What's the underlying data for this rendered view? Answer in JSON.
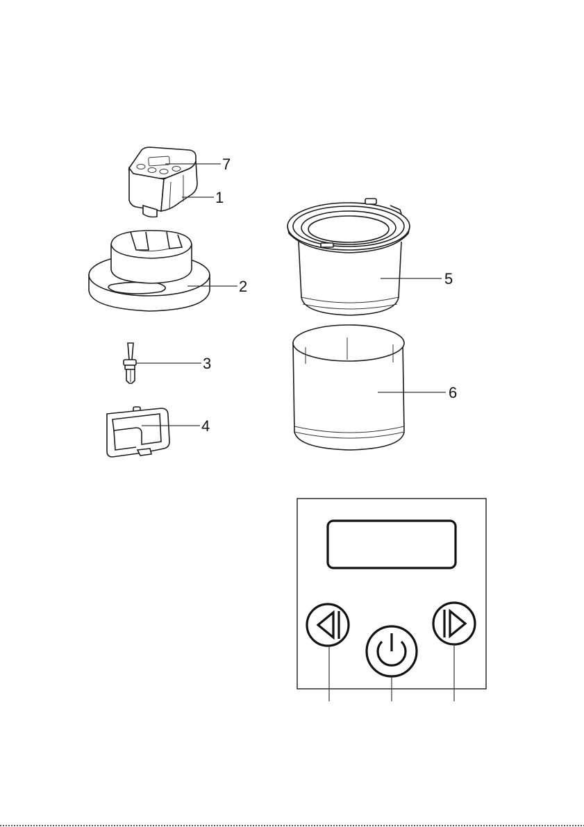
{
  "labels": {
    "part1": "1",
    "part2": "2",
    "part3": "3",
    "part4": "4",
    "part5": "5",
    "part6": "6",
    "part7": "7"
  },
  "icons": {
    "control_panel": [
      "display-screen",
      "previous-button-icon",
      "power-button-icon",
      "next-button-icon"
    ]
  },
  "colors": {
    "ink": "#1a1a1a",
    "background": "#ffffff"
  }
}
